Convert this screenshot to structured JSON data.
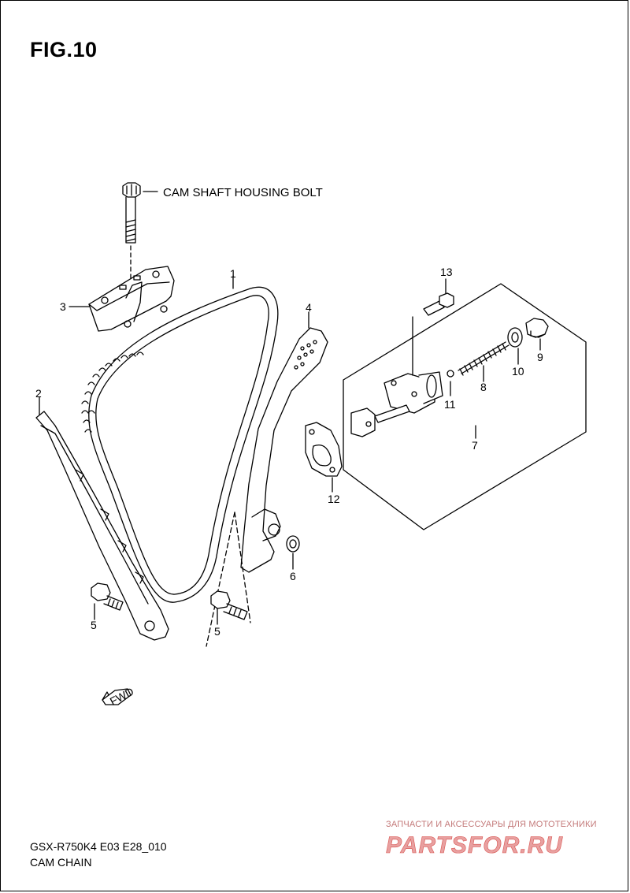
{
  "figure": {
    "title": "FIG.10",
    "note_label": "CAM SHAFT HOUSING BOLT"
  },
  "callouts": {
    "p1": "1",
    "p2": "2",
    "p3": "3",
    "p4": "4",
    "p5a": "5",
    "p5b": "5",
    "p6": "6",
    "p7": "7",
    "p8": "8",
    "p9": "9",
    "p10": "10",
    "p11": "11",
    "p12": "12",
    "p13": "13"
  },
  "fwd_label": "FWD",
  "footer": {
    "model_code": "GSX-R750K4 E03 E28_010",
    "section_name": "CAM CHAIN"
  },
  "watermark": {
    "tagline": "ЗАПЧАСТИ И АКСЕССУАРЫ ДЛЯ МОТОТЕХНИКИ",
    "brand": "PARTSFOR.RU",
    "color": "#d9534f"
  }
}
